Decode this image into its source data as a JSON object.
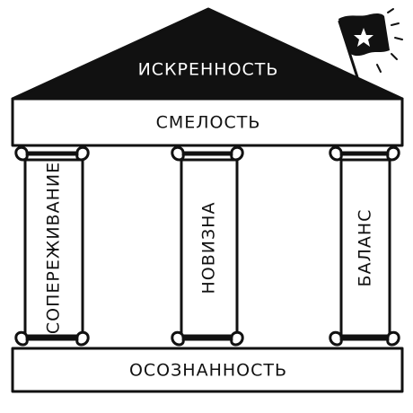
{
  "roof": {
    "label": "ИСКРЕННОСТЬ"
  },
  "beam": {
    "label": "СМЕЛОСТЬ"
  },
  "columns": [
    {
      "label": "СОПЕРЕЖИВАНИЕ"
    },
    {
      "label": "НОВИЗНА"
    },
    {
      "label": "БАЛАНС"
    }
  ],
  "base": {
    "label": "ОСОЗНАННОСТЬ"
  },
  "flag": {
    "icon": "star-icon"
  },
  "colors": {
    "ink": "#111111",
    "paper": "#ffffff"
  }
}
